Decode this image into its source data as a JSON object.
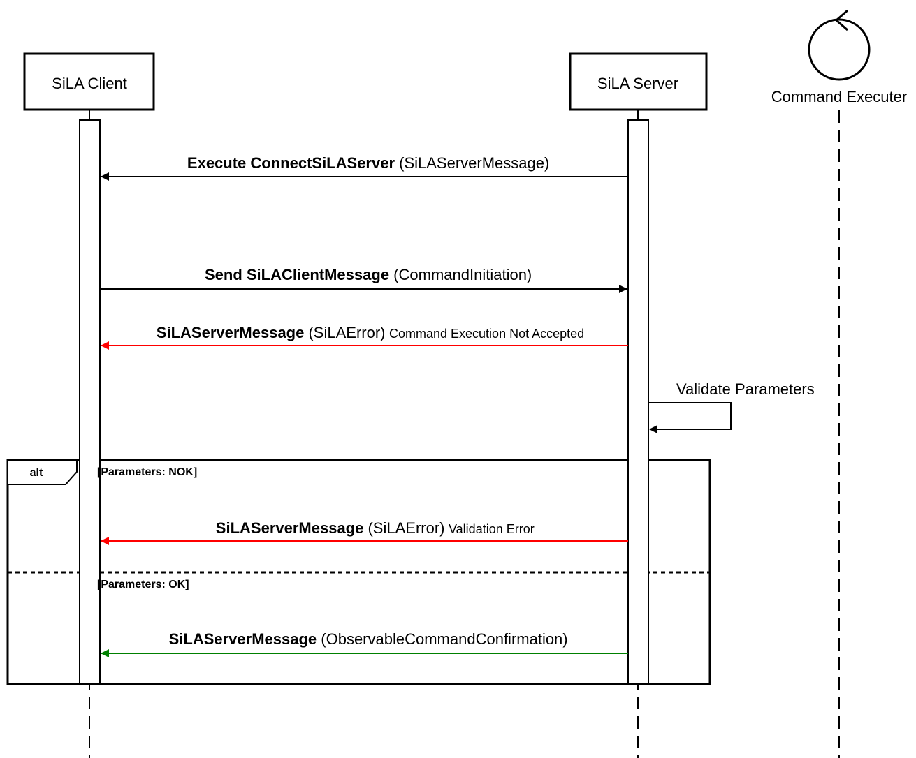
{
  "participants": {
    "client": {
      "label": "SiLA Client"
    },
    "server": {
      "label": "SiLA Server"
    },
    "executer": {
      "label": "Command Executer"
    }
  },
  "messages": {
    "m1": {
      "bold": "Execute ConnectSiLAServer",
      "normal": " (SiLAServerMessage)",
      "note": ""
    },
    "m2": {
      "bold": "Send SiLAClientMessage",
      "normal": " (CommandInitiation)",
      "note": ""
    },
    "m3": {
      "bold": "SiLAServerMessage",
      "normal": " (SiLAError)",
      "note": "Command Execution Not Accepted"
    },
    "self": {
      "label": "Validate Parameters"
    },
    "m4": {
      "bold": "SiLAServerMessage",
      "normal": " (SiLAError)",
      "note": "Validation Error"
    },
    "m5": {
      "bold": "SiLAServerMessage",
      "normal": " (ObservableCommandConfirmation)",
      "note": ""
    }
  },
  "alt_frame": {
    "label": "alt",
    "guard_nok": "[Parameters: NOK]",
    "guard_ok": "[Parameters: OK]"
  },
  "colors": {
    "default": "#000000",
    "error": "#ff0000",
    "success": "#008000"
  }
}
